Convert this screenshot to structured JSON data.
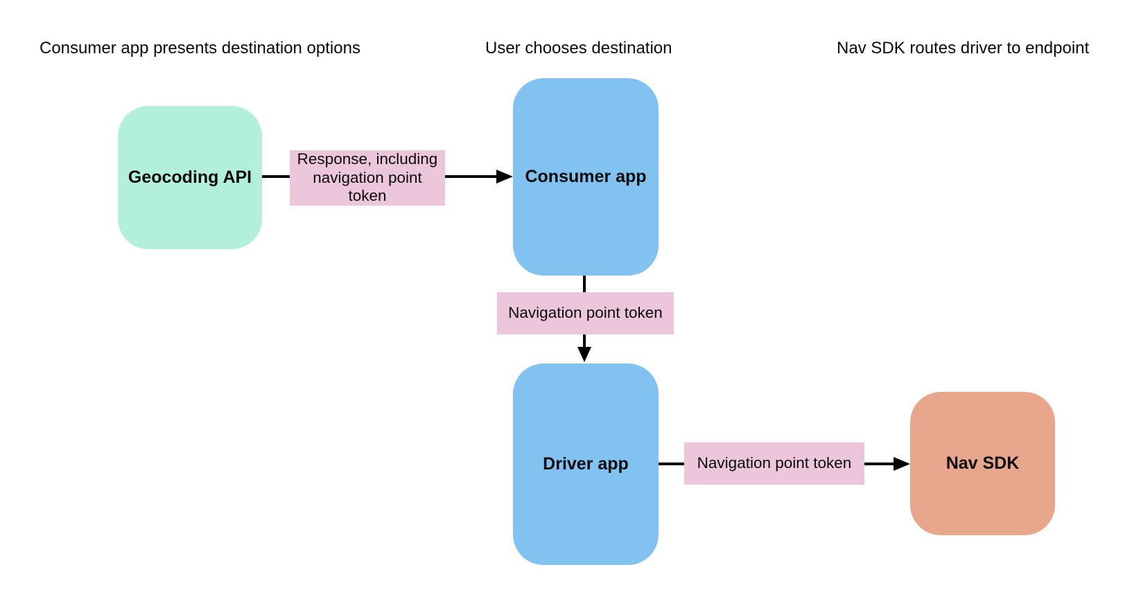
{
  "headers": {
    "step1": "Consumer app presents destination options",
    "step2": "User chooses destination",
    "step3": "Nav SDK routes driver to endpoint"
  },
  "nodes": {
    "geocoding_api": {
      "label": "Geocoding API",
      "color": "#b2f0dc"
    },
    "consumer_app": {
      "label": "Consumer app",
      "color": "#81c2f0"
    },
    "driver_app": {
      "label": "Driver app",
      "color": "#81c2f0"
    },
    "nav_sdk": {
      "label": "Nav SDK",
      "color": "#e8a68c"
    }
  },
  "edge_labels": {
    "geocoding_to_consumer": {
      "label": "Response, including navigation point token",
      "color": "#ecc6da"
    },
    "consumer_to_driver": {
      "label": "Navigation point token",
      "color": "#ecc6da"
    },
    "driver_to_nav_sdk": {
      "label": "Navigation point token",
      "color": "#ecc6da"
    }
  },
  "arrow_color": "#000000"
}
